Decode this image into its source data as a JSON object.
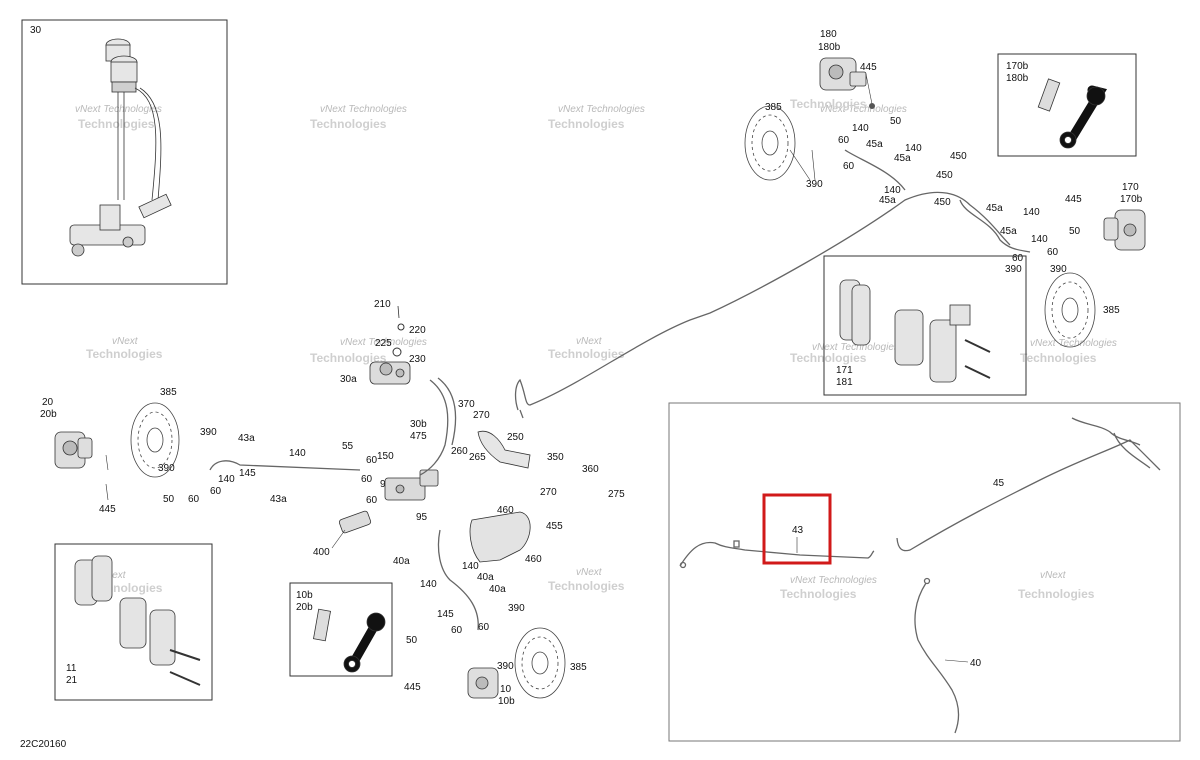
{
  "diagram_id": "22C20160",
  "highlight_color": "#d11a1a",
  "watermark": {
    "line1": "vNext",
    "line2": "Technologies",
    "inline": "vNext Technologies"
  },
  "boxes": {
    "master_cylinder": {
      "number": "30"
    },
    "bleeder_right": {
      "line1": "170b",
      "line2": "180b"
    },
    "pads_right": {
      "line1": "171",
      "line2": "181"
    },
    "pads_left": {
      "line1": "11",
      "line2": "21"
    },
    "bleeder_left": {
      "line1": "10b",
      "line2": "20b"
    }
  },
  "labels": {
    "l180": "180",
    "l180b": "180b",
    "l445_top": "445",
    "l385_top": "385",
    "l50_top": "50",
    "l140_a": "140",
    "l140_b": "140",
    "l60_a": "60",
    "l60_b": "60",
    "l45a_a": "45a",
    "l45a_b": "45a",
    "l450_a": "450",
    "l450_b": "450",
    "l450_c": "450",
    "l390_top": "390",
    "l140_c": "140",
    "l45a_c": "45a",
    "l45a_d": "45a",
    "l140_d": "140",
    "l45a_e": "45a",
    "l140_e": "140",
    "l60_c": "60",
    "l60_d": "60",
    "l50_r": "50",
    "l445_r": "445",
    "l170": "170",
    "l170b": "170b",
    "l390_r1": "390",
    "l390_r2": "390",
    "l385_r": "385",
    "l210": "210",
    "l220": "220",
    "l225": "225",
    "l230": "230",
    "l30a": "30a",
    "l20": "20",
    "l20b": "20b",
    "l385_l": "385",
    "l390_l1": "390",
    "l390_l2": "390",
    "l43a_a": "43a",
    "l43a_b": "43a",
    "l140_l": "140",
    "l145_l": "145",
    "l140_l2": "140",
    "l60_l1": "60",
    "l60_l2": "60",
    "l50_l": "50",
    "l445_l": "445",
    "l55": "55",
    "l60_m1": "60",
    "l150": "150",
    "l60_m2": "60",
    "l95_a": "95",
    "l60_m3": "60",
    "l95_b": "95",
    "l30b": "30b",
    "l475": "475",
    "l370": "370",
    "l270_a": "270",
    "l250": "250",
    "l260": "260",
    "l265": "265",
    "l350": "350",
    "l360": "360",
    "l270_b": "270",
    "l275": "275",
    "l400": "400",
    "l460_a": "460",
    "l455": "455",
    "l460_b": "460",
    "l40a_a": "40a",
    "l140_m1": "140",
    "l140_m2": "140",
    "l40a_b": "40a",
    "l40a_c": "40a",
    "l145_m": "145",
    "l390_m": "390",
    "l60_m4": "60",
    "l60_m5": "60",
    "l50_m": "50",
    "l390_m2": "390",
    "l445_m": "445",
    "l385_m": "385",
    "l10": "10",
    "l10b": "10b",
    "l43": "43",
    "l45": "45",
    "l40": "40"
  }
}
